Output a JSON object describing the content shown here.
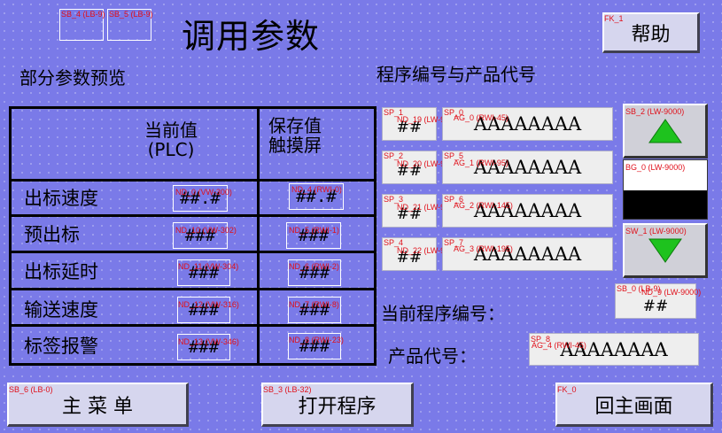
{
  "header": {
    "title": "调用参数",
    "help_label": "帮助",
    "tags": {
      "sb4": "SB_4 (LB-9)",
      "sb5": "SB_5 (LB-9)",
      "fk1": "FK_1"
    }
  },
  "preview": {
    "heading": "部分参数预览",
    "col_current": "当前值\n(PLC)",
    "col_saved": "保存值\n触摸屏",
    "rows": [
      {
        "label": "出标速度",
        "cur": "##.#",
        "saved": "##.#",
        "cur_tag": "ND_0 (VW-300)",
        "saved_tag": "ND_4 (RWI-0)"
      },
      {
        "label": "预出标",
        "cur": "###",
        "saved": "###",
        "cur_tag": "ND_10 (VW-302)",
        "saved_tag": "ND_5 (RWI-1)"
      },
      {
        "label": "出标延时",
        "cur": "###",
        "saved": "###",
        "cur_tag": "ND_11 (VW-304)",
        "saved_tag": "ND_6 (RWI-2)"
      },
      {
        "label": "输送速度",
        "cur": "###",
        "saved": "###",
        "cur_tag": "ND_12 (VW-316)",
        "saved_tag": "ND_7 (RWI-8)"
      },
      {
        "label": "标签报警",
        "cur": "###",
        "saved": "###",
        "cur_tag": "ND_13 (VW-346)",
        "saved_tag": "ND_8 (RWI-23)"
      }
    ]
  },
  "program": {
    "heading": "程序编号与产品代号",
    "rows": [
      {
        "num": "##",
        "code": "AAAAAAAA",
        "sp_tag": "SP_1",
        "num_tag": "ND_19 (LW-9001)",
        "code_sp": "SP_0",
        "code_tag": "AG_0 (RWI-45)"
      },
      {
        "num": "##",
        "code": "AAAAAAAA",
        "sp_tag": "SP_2",
        "num_tag": "ND_20 (LW-9001)",
        "code_sp": "SP_5",
        "code_tag": "AG_1 (RWI-95)"
      },
      {
        "num": "##",
        "code": "AAAAAAAA",
        "sp_tag": "SP_3",
        "num_tag": "ND_21 (LW-9002)",
        "code_sp": "SP_6",
        "code_tag": "AG_2 (RWI-145)"
      },
      {
        "num": "##",
        "code": "AAAAAAAA",
        "sp_tag": "SP_4",
        "num_tag": "ND_22 (LW-9001)",
        "code_sp": "SP_7",
        "code_tag": "AG_3 (RWI-195)"
      }
    ],
    "nav_up_tag": "SB_2 (LW-9000)",
    "bargraph_tag": "BG_0 (LW-9000)",
    "nav_down_tag": "SW_1 (LW-9000)",
    "current_label": "当前程序编号：",
    "current_value": "##",
    "current_tag": "SB_0 (LB-9)",
    "current_num_tag": "ND_9 (LW-9000)",
    "product_label": "产品代号：",
    "product_value": "AAAAAAAA",
    "product_sp": "SP_8",
    "product_tag": "AG_4 (RWI-45)"
  },
  "footer": {
    "main_menu": "主 菜 单",
    "main_menu_tag": "SB_6 (LB-0)",
    "open_program": "打开程序",
    "open_program_tag": "SB_3 (LB-32)",
    "home": "回主画面",
    "home_tag": "FK_0"
  },
  "colors": {
    "background": "#7a7ae8",
    "arrow": "#1ec21e",
    "tag_text": "#e0101a"
  }
}
